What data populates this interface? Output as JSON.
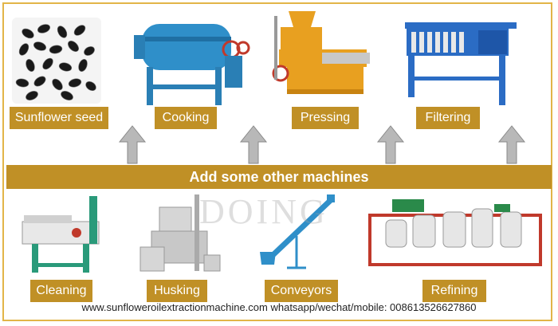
{
  "top_steps": [
    {
      "label": "Sunflower seed"
    },
    {
      "label": "Cooking"
    },
    {
      "label": "Pressing"
    },
    {
      "label": "Filtering"
    }
  ],
  "banner": "Add some other machines",
  "bottom_steps": [
    {
      "label": "Cleaning"
    },
    {
      "label": "Husking"
    },
    {
      "label": "Conveyors"
    },
    {
      "label": "Refining"
    }
  ],
  "footer": "www.sunfloweroilextractionmachine.com whatsapp/wechat/mobile: 008613526627860",
  "watermark": "DOING",
  "colors": {
    "label_bg": "#c09026",
    "frame": "#e2b548",
    "arrow": "#b8b8b8"
  }
}
